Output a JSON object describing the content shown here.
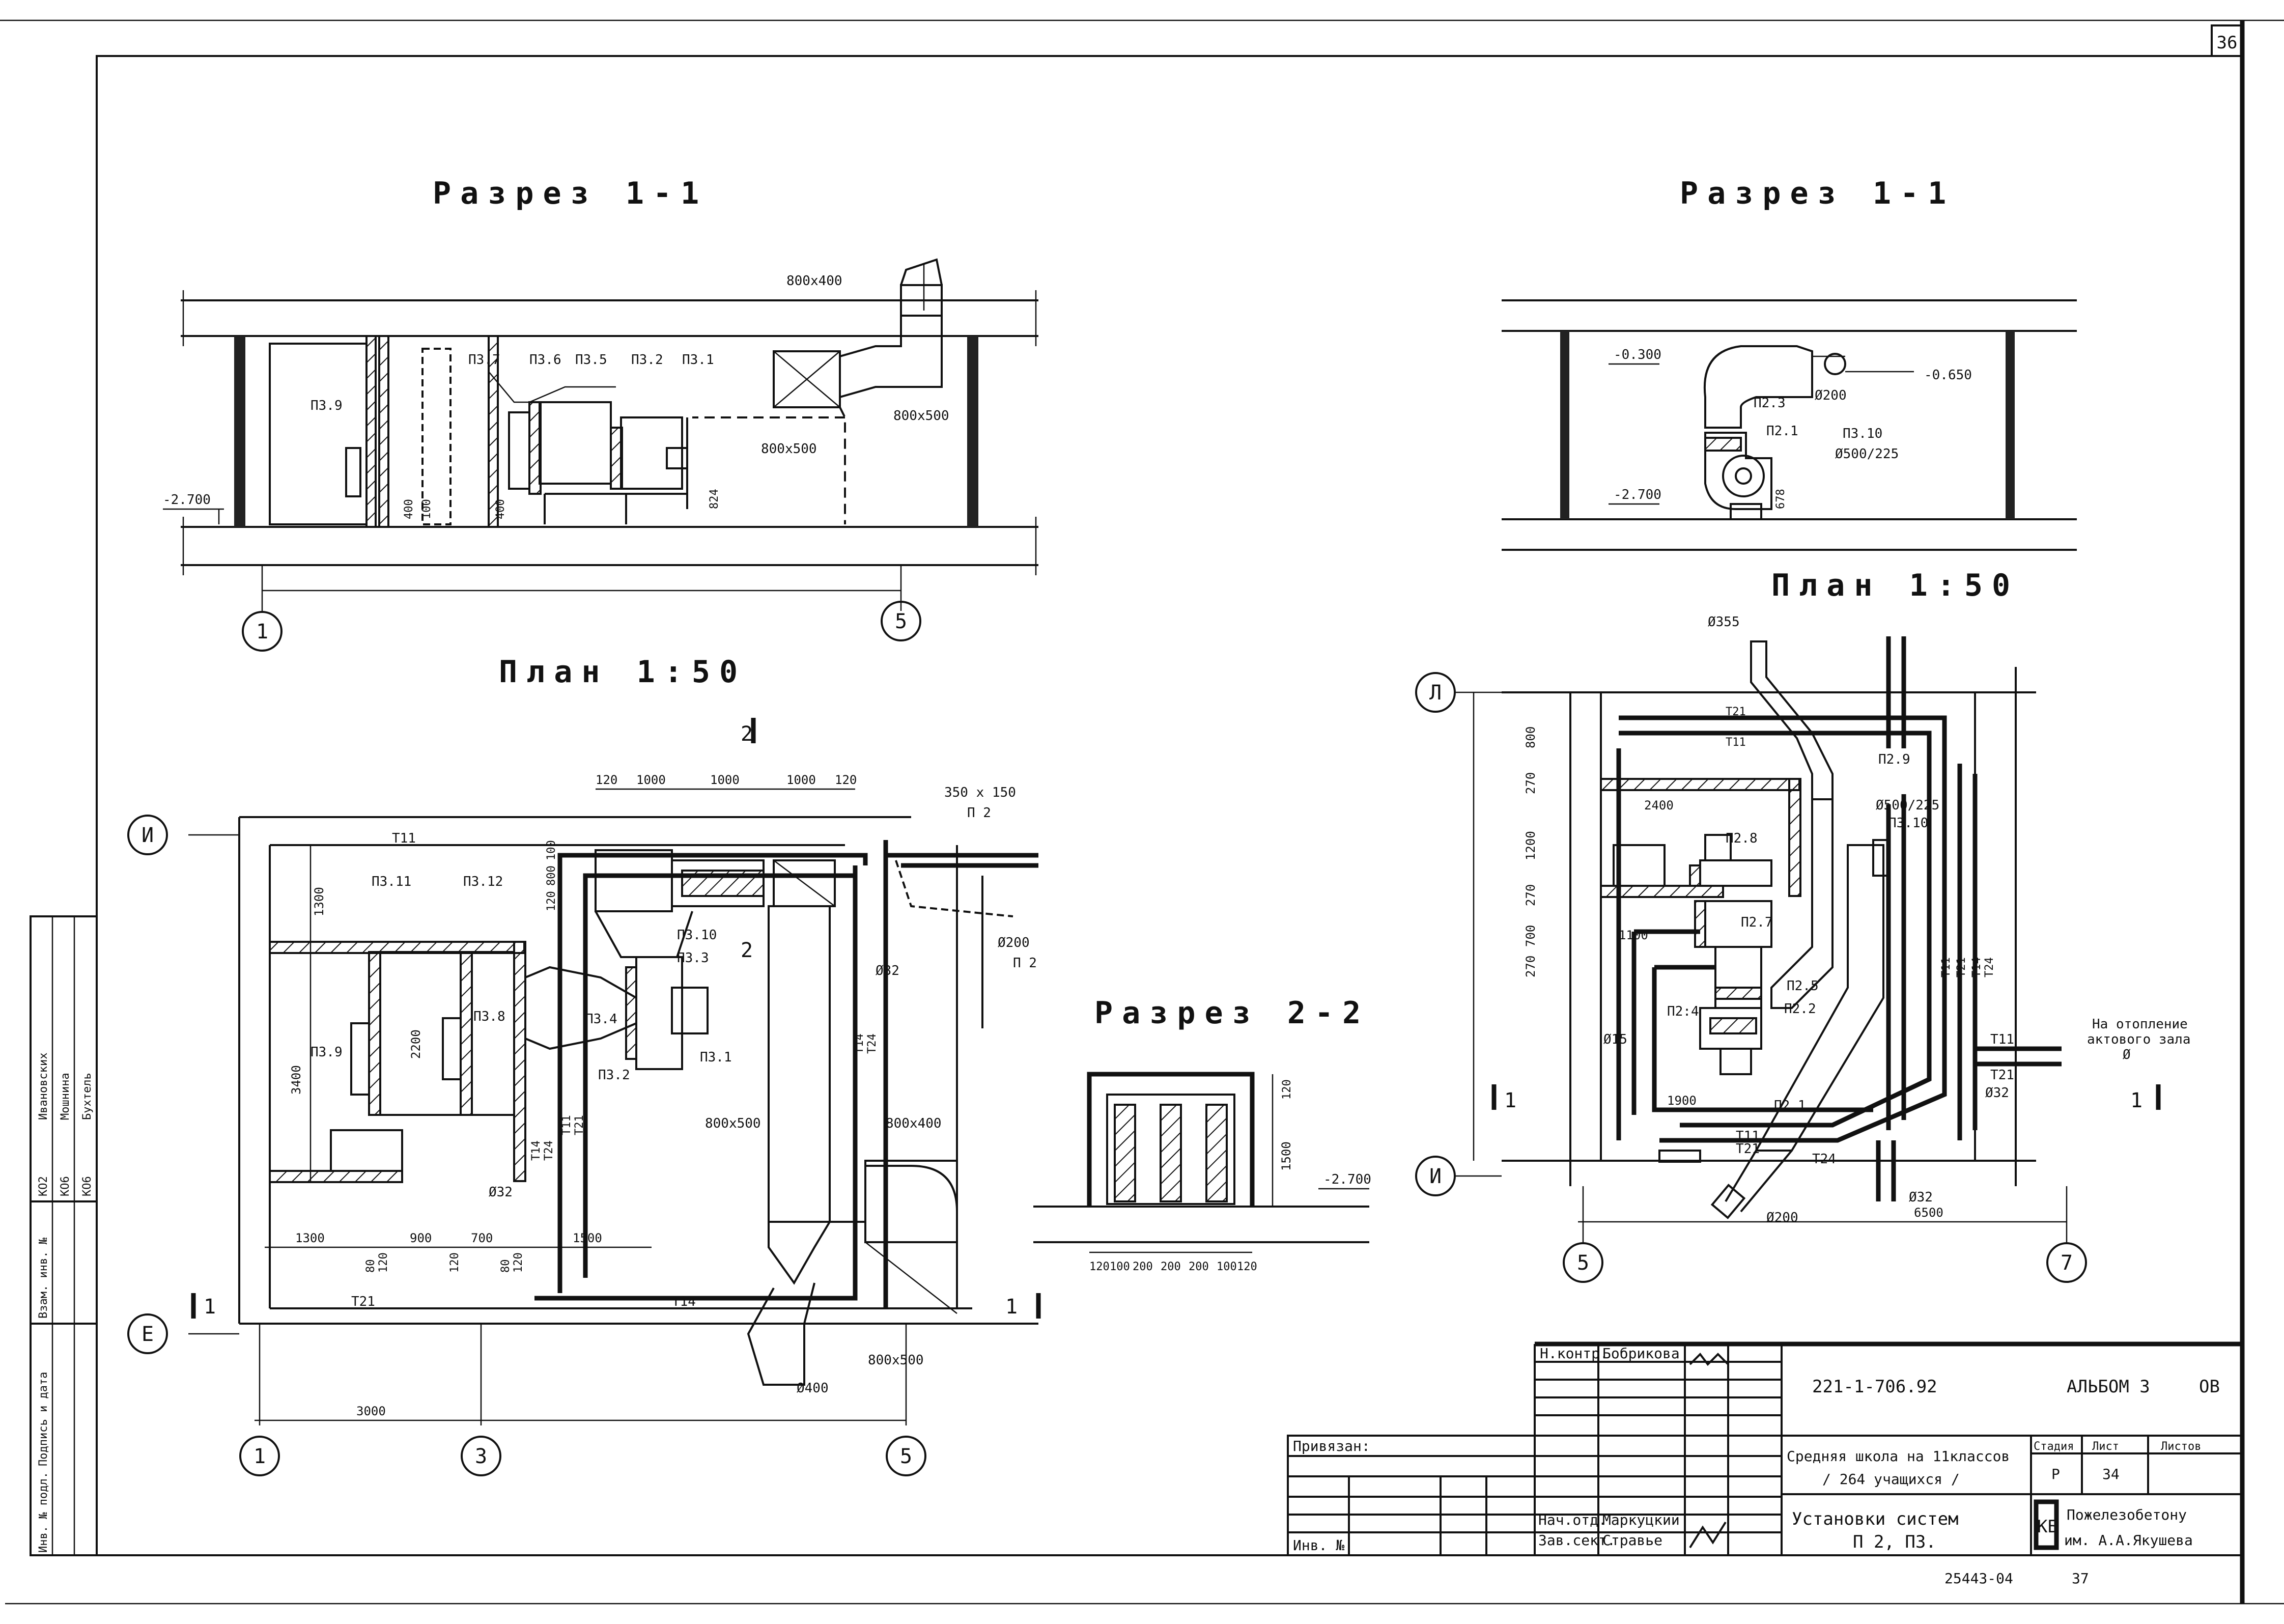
{
  "sheet": {
    "sheet_number": "36",
    "album": "АЛЬБОМ 3",
    "album_suffix": "ОВ",
    "project_code": "221-1-706.92",
    "project_title_1": "Средняя школа на 11классов",
    "project_title_2": "/ 264 учащихся /",
    "drawing_title_1": "Установки систем",
    "drawing_title_2": "П 2, П3.",
    "stage_header": "Стадия",
    "sheet_header": "Лист",
    "sheets_header": "Листов",
    "stage": "Р",
    "sheet": "34",
    "org_1": "Пожелезобетону",
    "org_2": "им. А.А.Якушева",
    "org_logo": "КБ",
    "attached": "Привязан:",
    "inv_no": "Инв. №",
    "roles": [
      {
        "role": "Н.контр.",
        "name": "Бобрикова"
      },
      {
        "role": "Нач.отд.",
        "name": "Маркуцкий"
      },
      {
        "role": "Зав.сект.",
        "name": "Стравье"
      }
    ],
    "stamp_number": "25443-04",
    "stamp_page": "37",
    "side_stamp": {
      "codes": [
        "КО2",
        "КО6",
        "КО6"
      ],
      "names": [
        "Ивановских",
        "Мошнина",
        "Бухтель"
      ],
      "labels": [
        "Инв. № подл.",
        "Подпись и дата",
        "Взам. инв. №"
      ]
    }
  },
  "views": {
    "section_left_title": "Разрез 1-1",
    "section_right_title": "Разрез 1-1",
    "plan_left_title": "План 1:50",
    "plan_right_title": "План 1:50",
    "section_22_title": "Разрез 2-2"
  },
  "section_left": {
    "labels": [
      "П3.9",
      "П3.7",
      "П3.6",
      "П3.5",
      "П3.2",
      "П3.1",
      "800х400",
      "800х500",
      "800х500"
    ],
    "level": "-2.700",
    "dims": [
      "400",
      "100",
      "400",
      "824"
    ],
    "axes": [
      "1",
      "5"
    ]
  },
  "section_right": {
    "labels": [
      "П2.3",
      "П2.1",
      "П3.10",
      "Ø200",
      "Ø500/225"
    ],
    "levels": [
      "-0.300",
      "-0.650",
      "-2.700"
    ],
    "dims": [
      "678"
    ]
  },
  "plan_left": {
    "labels": [
      "П3.11",
      "П3.12",
      "П3.9",
      "П3.8",
      "П3.4",
      "П3.2",
      "П3.10",
      "П3.3",
      "П3.1",
      "800х500",
      "800х400",
      "800х500",
      "Ø400",
      "350 х 150",
      "П 2",
      "Ø200",
      "П 2",
      "Ø32",
      "Ø32",
      "Т11",
      "Т21",
      "Т11",
      "Т21",
      "Т14",
      "Т24",
      "Т14",
      "Т24",
      "Т14"
    ],
    "dims_top": [
      "120",
      "1000",
      "1000",
      "1000",
      "120"
    ],
    "dims_left": [
      "1300",
      "3400",
      "2200"
    ],
    "dims_mid": [
      "120",
      "800",
      "100"
    ],
    "dims_bottom": [
      "1300",
      "80",
      "120",
      "900",
      "120",
      "700",
      "80",
      "120",
      "1500"
    ],
    "dim_total": "3000",
    "axes_rows": [
      "И",
      "Е"
    ],
    "axes_cols": [
      "1",
      "3",
      "5"
    ],
    "section_marks": [
      "1",
      "1",
      "2",
      "2"
    ]
  },
  "section_22": {
    "dims_bottom": [
      "120",
      "100",
      "200",
      "200",
      "200",
      "100",
      "120"
    ],
    "dims_right": [
      "120",
      "1500"
    ],
    "level": "-2.700"
  },
  "plan_right": {
    "labels": [
      "Ø355",
      "П2.9",
      "Ø500/225",
      "П3.10",
      "П2.8",
      "П2.7",
      "П2.5",
      "П2.2",
      "П2:4",
      "П2.1",
      "Ø15",
      "Ø32",
      "Ø32",
      "Ø200",
      "Т21",
      "Т11",
      "Т11",
      "Т21",
      "Т11",
      "Т21",
      "Т24",
      "Т11",
      "Т21",
      "Т14",
      "Т24"
    ],
    "note_1": "На отопление",
    "note_2": "актового зала",
    "note_3": "Ø",
    "dims_left": [
      "800",
      "270",
      "1200",
      "270",
      "700",
      "270"
    ],
    "dims_inner": [
      "2400",
      "1100",
      "1900"
    ],
    "dim_total": "6500",
    "axes_rows": [
      "Л",
      "И"
    ],
    "axes_cols": [
      "5",
      "7"
    ],
    "section_marks": [
      "1",
      "1"
    ]
  }
}
